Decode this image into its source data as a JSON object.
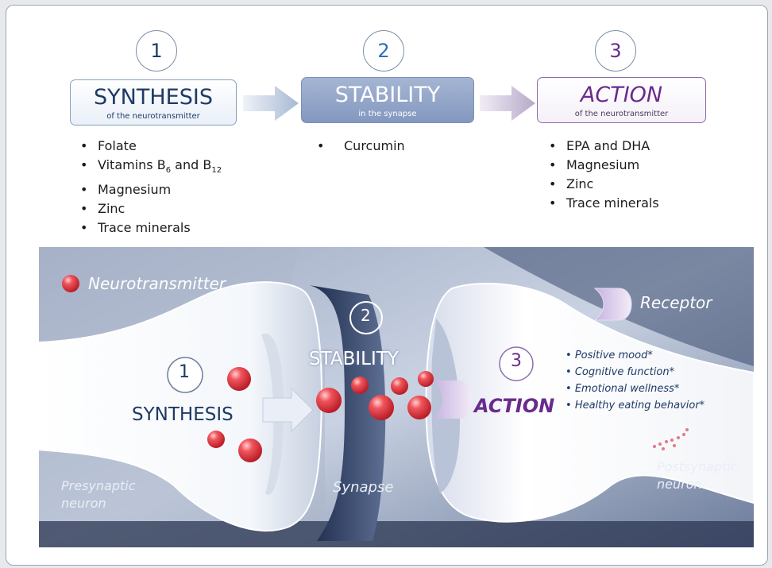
{
  "steps": [
    {
      "number": "1",
      "title": "SYNTHESIS",
      "subtitle": "of the neurotransmitter"
    },
    {
      "number": "2",
      "title": "STABILITY",
      "subtitle": "in the synapse"
    },
    {
      "number": "3",
      "title": "ACTION",
      "subtitle": "of the neurotransmitter"
    }
  ],
  "lists": {
    "synthesis": [
      "Folate",
      "Vitamins B",
      "and B",
      "Magnesium",
      "Zinc",
      "Trace minerals"
    ],
    "synthesis_subscripts": [
      "6",
      "12"
    ],
    "stability": [
      "Curcumin"
    ],
    "action": [
      "EPA and DHA",
      "Magnesium",
      "Zinc",
      "Trace minerals"
    ]
  },
  "illustration": {
    "legend_neurotransmitter": "Neurotransmitter",
    "legend_receptor": "Receptor",
    "num1": "1",
    "num2": "2",
    "num3": "3",
    "synthesis": "SYNTHESIS",
    "stability": "STABILITY",
    "action": "ACTION",
    "presynaptic_line1": "Presynaptic",
    "presynaptic_line2": "neuron",
    "synapse": "Synapse",
    "postsynaptic_line1": "Postsynaptic",
    "postsynaptic_line2": "neuron",
    "effects": [
      "Positive mood*",
      "Cognitive function*",
      "Emotional wellness*",
      "Healthy eating behavior*"
    ]
  },
  "colors": {
    "blue_dark": "#1e3a66",
    "purple": "#6a2b8c",
    "stability_box": "#8ea2c6",
    "sphere": "#e8464c"
  }
}
